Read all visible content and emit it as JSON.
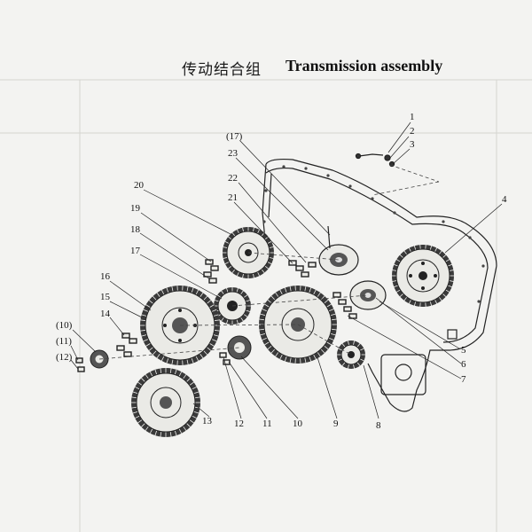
{
  "title_cn": "传动结合组",
  "title_en": "Transmission assembly",
  "callouts": [
    "1",
    "2",
    "3",
    "4",
    "5",
    "6",
    "7",
    "8",
    "9",
    "10",
    "11",
    "12",
    "13",
    "14",
    "15",
    "16",
    "17",
    "18",
    "19",
    "20",
    "21",
    "22",
    "23",
    "(17)",
    "(10)",
    "(11)",
    "(12)"
  ]
}
